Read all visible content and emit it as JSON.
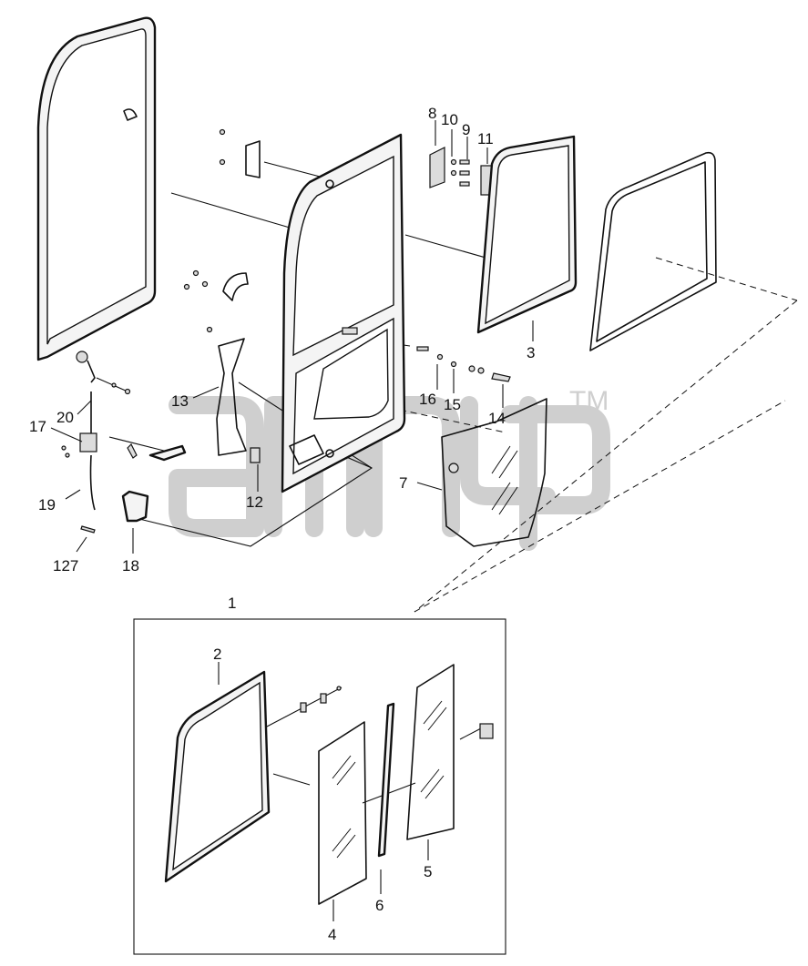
{
  "watermark": {
    "trademark": "TM"
  },
  "callouts": [
    {
      "id": "c1",
      "label": "1"
    },
    {
      "id": "c2",
      "label": "2"
    },
    {
      "id": "c3",
      "label": "3"
    },
    {
      "id": "c4",
      "label": "4"
    },
    {
      "id": "c5",
      "label": "5"
    },
    {
      "id": "c6",
      "label": "6"
    },
    {
      "id": "c7",
      "label": "7"
    },
    {
      "id": "c8",
      "label": "8"
    },
    {
      "id": "c9",
      "label": "9"
    },
    {
      "id": "c10",
      "label": "10"
    },
    {
      "id": "c11",
      "label": "11"
    },
    {
      "id": "c12",
      "label": "12"
    },
    {
      "id": "c13",
      "label": "13"
    },
    {
      "id": "c14",
      "label": "14"
    },
    {
      "id": "c15",
      "label": "15"
    },
    {
      "id": "c16",
      "label": "16"
    },
    {
      "id": "c17",
      "label": "17"
    },
    {
      "id": "c18",
      "label": "18"
    },
    {
      "id": "c19",
      "label": "19"
    },
    {
      "id": "c20",
      "label": "20"
    },
    {
      "id": "c127",
      "label": "127"
    }
  ]
}
